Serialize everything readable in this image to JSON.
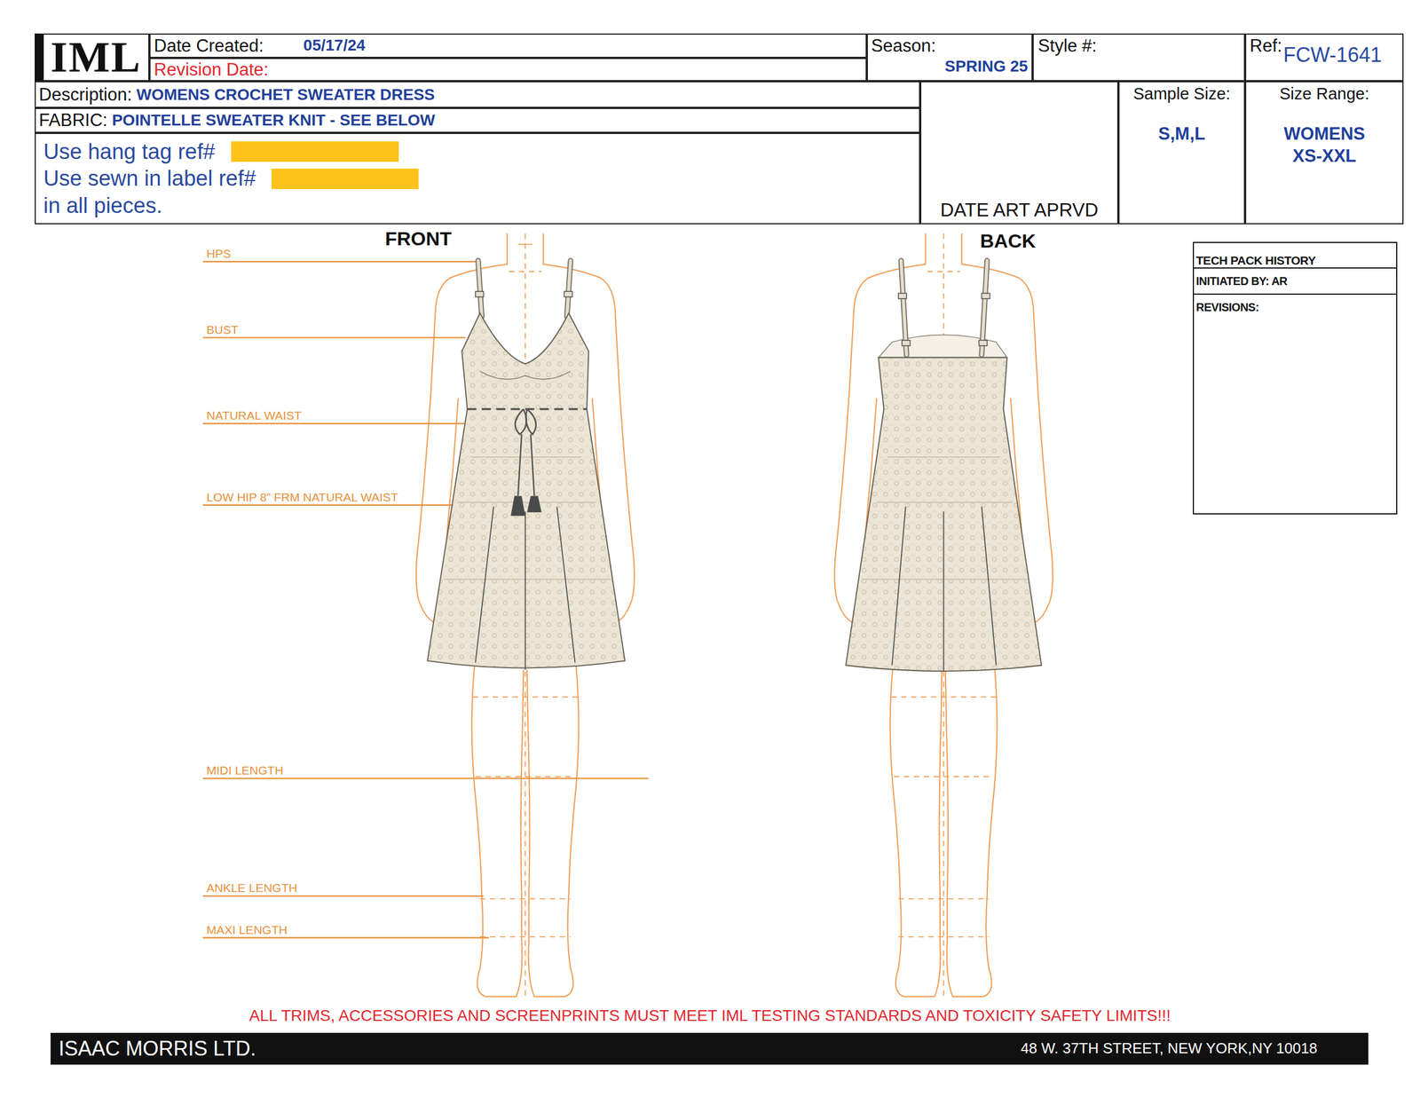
{
  "diagram": {
    "nodes": [
      {
        "text": [
          "IML"
        ]
      },
      {
        "text": [
          "Date Created:",
          "05/17/24"
        ]
      },
      {
        "text": [
          "Revision Date:"
        ]
      },
      {
        "text": [
          "Season:",
          "SPRING 25"
        ]
      },
      {
        "text": [
          "Style #:"
        ]
      },
      {
        "text": [
          "Ref:",
          "FCW-1641"
        ]
      },
      {
        "text": [
          "Description:",
          "WOMENS CROCHET SWEATER DRESS"
        ]
      },
      {
        "text": [
          "FABRIC:",
          "POINTELLE SWEATER KNIT - SEE BELOW"
        ]
      },
      {
        "text": [
          "Use hang tag ref#",
          "Use sewn in label ref#",
          "in all pieces."
        ]
      },
      {
        "text": [
          "DATE ART APRVD"
        ]
      },
      {
        "text": [
          "Sample Size:",
          "S,M,L"
        ]
      },
      {
        "text": [
          "Size Range:",
          "WOMENS XS-XXL"
        ]
      },
      {
        "text": [
          "TECH PACK HISTORY",
          "INITIATED BY: AR",
          "REVISIONS:"
        ]
      },
      {
        "text": [
          "ISAAC MORRIS LTD.",
          "48 W. 37TH STREET, NEW YORK,NY 10018"
        ]
      }
    ],
    "labels": [
      "FRONT",
      "BACK",
      "HPS",
      "BUST",
      "NATURAL WAIST",
      "LOW HIP 8” FRM NATURAL WAIST",
      "MIDI LENGTH",
      "ANKLE LENGTH",
      "MAXI LENGTH",
      "ALL TRIMS, ACCESSORIES AND SCREENPRINTS MUST MEET IML TESTING STANDARDS AND TOXICITY SAFETY LIMITS!!!"
    ]
  }
}
